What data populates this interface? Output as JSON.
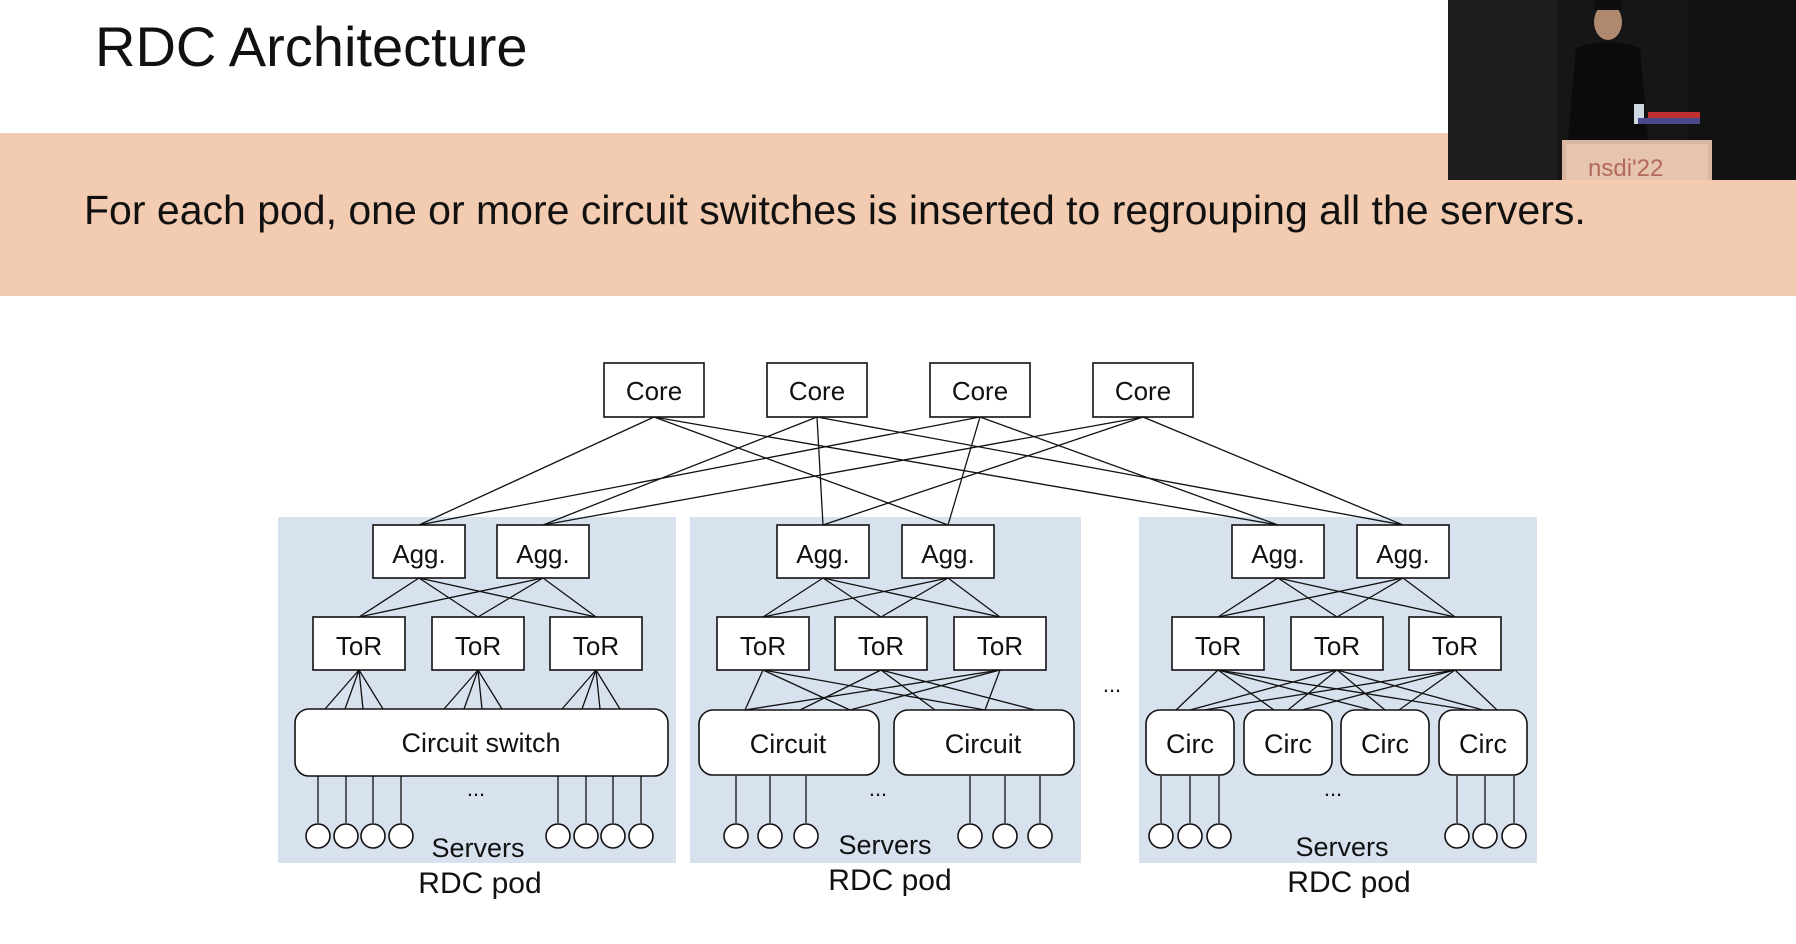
{
  "slide": {
    "title": "RDC Architecture",
    "banner": "For each pod, one or more circuit switches is inserted to regrouping all the servers.",
    "banner_color": "#f2cbb0",
    "pod_bg_color": "#d8e2ef"
  },
  "video_overlay": {
    "podium_text": "nsdi'22"
  },
  "diagram": {
    "core_labels": [
      "Core",
      "Core",
      "Core",
      "Core"
    ],
    "agg_label": "Agg.",
    "tor_label": "ToR",
    "gap_ellipsis": "...",
    "server_ellipsis": "...",
    "pods": [
      {
        "circuit_labels": [
          "Circuit switch"
        ],
        "servers_label": "Servers",
        "pod_label": "RDC pod"
      },
      {
        "circuit_labels": [
          "Circuit",
          "Circuit"
        ],
        "servers_label": "Servers",
        "pod_label": "RDC pod"
      },
      {
        "circuit_labels": [
          "Circ",
          "Circ",
          "Circ",
          "Circ"
        ],
        "servers_label": "Servers",
        "pod_label": "RDC pod"
      }
    ]
  }
}
